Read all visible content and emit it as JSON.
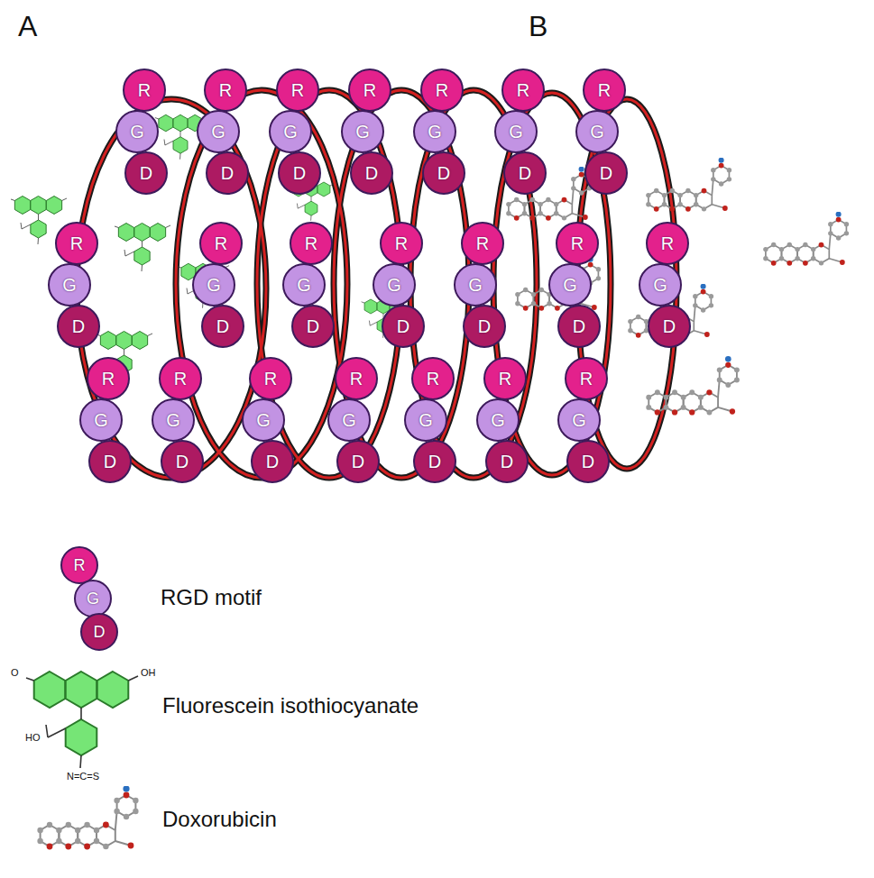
{
  "diagram": {
    "nodes": [
      {
        "text": [
          "R"
        ]
      },
      {
        "text": [
          "G"
        ]
      },
      {
        "text": [
          "D"
        ]
      },
      {
        "text": [
          "R"
        ]
      },
      {
        "text": [
          "G"
        ]
      },
      {
        "text": [
          "D"
        ]
      },
      {
        "text": [
          "R"
        ]
      },
      {
        "text": [
          "G"
        ]
      },
      {
        "text": [
          "D"
        ]
      },
      {
        "text": [
          "R"
        ]
      },
      {
        "text": [
          "G"
        ]
      },
      {
        "text": [
          "D"
        ]
      },
      {
        "text": [
          "R"
        ]
      },
      {
        "text": [
          "G"
        ]
      },
      {
        "text": [
          "D"
        ]
      },
      {
        "text": [
          "R"
        ]
      },
      {
        "text": [
          "G"
        ]
      },
      {
        "text": [
          "D"
        ]
      },
      {
        "text": [
          "R"
        ]
      },
      {
        "text": [
          "G"
        ]
      },
      {
        "text": [
          "D"
        ]
      },
      {
        "text": [
          "R"
        ]
      },
      {
        "text": [
          "G"
        ]
      },
      {
        "text": [
          "D"
        ]
      },
      {
        "text": [
          "R"
        ]
      },
      {
        "text": [
          "G"
        ]
      },
      {
        "text": [
          "D"
        ]
      },
      {
        "text": [
          "R"
        ]
      },
      {
        "text": [
          "G"
        ]
      },
      {
        "text": [
          "D"
        ]
      },
      {
        "text": [
          "R"
        ]
      },
      {
        "text": [
          "G"
        ]
      },
      {
        "text": [
          "D"
        ]
      },
      {
        "text": [
          "R"
        ]
      },
      {
        "text": [
          "G"
        ]
      },
      {
        "text": [
          "D"
        ]
      },
      {
        "text": [
          "R"
        ]
      },
      {
        "text": [
          "G"
        ]
      },
      {
        "text": [
          "D"
        ]
      },
      {
        "text": [
          "R"
        ]
      },
      {
        "text": [
          "G"
        ]
      },
      {
        "text": [
          "D"
        ]
      },
      {
        "text": [
          "R"
        ]
      },
      {
        "text": [
          "G"
        ]
      },
      {
        "text": [
          "D"
        ]
      },
      {
        "text": [
          "R"
        ]
      },
      {
        "text": [
          "G"
        ]
      },
      {
        "text": [
          "D"
        ]
      },
      {
        "text": [
          "R"
        ]
      },
      {
        "text": [
          "G"
        ]
      },
      {
        "text": [
          "D"
        ]
      },
      {
        "text": [
          "R"
        ]
      },
      {
        "text": [
          "G"
        ]
      },
      {
        "text": [
          "D"
        ]
      },
      {
        "text": [
          "R"
        ]
      },
      {
        "text": [
          "G"
        ]
      },
      {
        "text": [
          "D"
        ]
      },
      {
        "text": [
          "R"
        ]
      },
      {
        "text": [
          "G"
        ]
      },
      {
        "text": [
          "D"
        ]
      },
      {
        "text": [
          "R"
        ]
      },
      {
        "text": [
          "G"
        ]
      },
      {
        "text": [
          "D"
        ]
      },
      {
        "text": [
          "R"
        ]
      },
      {
        "text": [
          "G"
        ]
      },
      {
        "text": [
          "D"
        ]
      }
    ],
    "labels": [
      "A",
      "B",
      "O",
      "OH",
      "HO",
      "N=C=S"
    ],
    "legend": [
      {
        "text": "RGD motif"
      },
      {
        "text": "Fluorescein isothiocyanate"
      },
      {
        "text": "Doxorubicin"
      }
    ]
  }
}
